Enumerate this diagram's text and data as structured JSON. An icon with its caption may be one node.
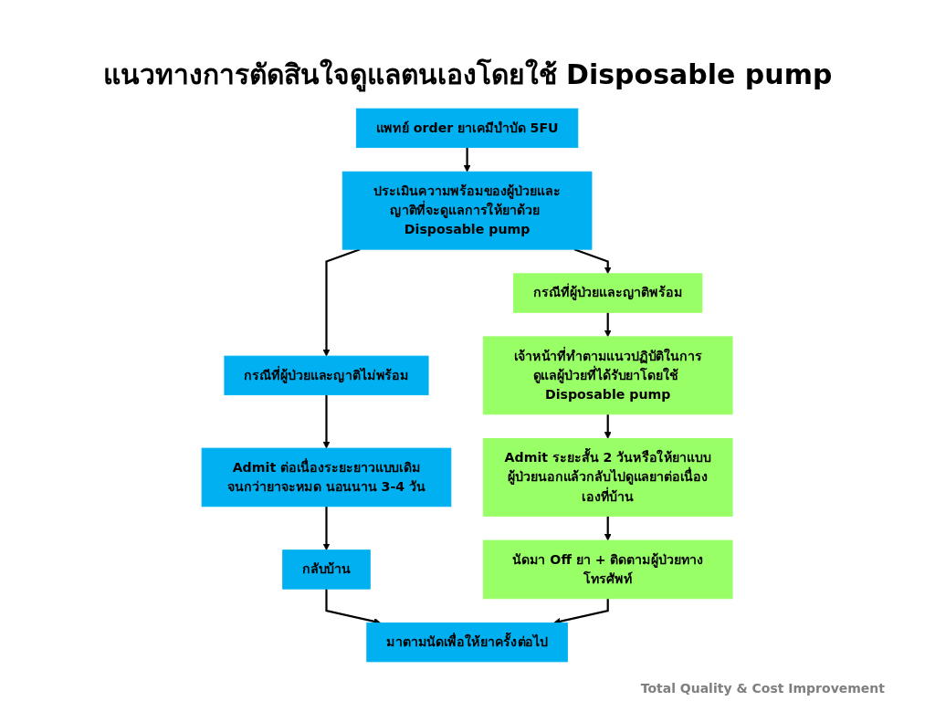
{
  "diagram": {
    "title": "แนวทางการตัดสินใจดูแลตนเองโดยใช้ Disposable pump",
    "nodes": [
      {
        "text": [
          "แพทย์ order ยาเคมีบำบัด 5FU"
        ]
      },
      {
        "text": [
          "ประเมินความพร้อมของผู้ป่วยและญาติที่จะดูแลการให้ยาด้วย Disposable pump"
        ]
      },
      {
        "text": [
          "กรณีที่ผู้ป่วยและญาติไม่พร้อม"
        ]
      },
      {
        "text": [
          "กรณีที่ผู้ป่วยและญาติพร้อม"
        ]
      },
      {
        "text": [
          "Admit ต่อเนื่องระยะยาวแบบเดิมจนกว่ายาจะหมด นอนนาน 3-4 วัน"
        ]
      },
      {
        "text": [
          "เจ้าหน้าที่ทำตามแนวปฏิบัติในการดูแลผู้ป่วยที่ได้รับยาโดยใช้ Disposable pump"
        ]
      },
      {
        "text": [
          "กลับบ้าน"
        ]
      },
      {
        "text": [
          "Admit ระยะสั้น 2 วันหรือให้ยาแบบผู้ป่วยนอกแล้วกลับไปดูแลยาต่อเนื่องเองที่บ้าน"
        ]
      },
      {
        "text": [
          "นัดมา Off ยา + ติดตามผู้ป่วยทางโทรศัพท์"
        ]
      },
      {
        "text": [
          "มาตามนัดเพื่อให้ยาครั้งต่อไป"
        ]
      }
    ],
    "edges": [
      {
        "from": 0,
        "to": 1,
        "arrow": "to"
      },
      {
        "from": 1,
        "to": 2,
        "arrow": "to"
      },
      {
        "from": 1,
        "to": 3,
        "arrow": "to"
      },
      {
        "from": 2,
        "to": 4,
        "arrow": "to"
      },
      {
        "from": 3,
        "to": 5,
        "arrow": "to"
      },
      {
        "from": 4,
        "to": 6,
        "arrow": "to"
      },
      {
        "from": 5,
        "to": 7,
        "arrow": "to"
      },
      {
        "from": 7,
        "to": 8,
        "arrow": "to"
      },
      {
        "from": 6,
        "to": 9,
        "arrow": "to"
      },
      {
        "from": 8,
        "to": 9,
        "arrow": "to"
      }
    ],
    "labels": [
      "Total Quality & Cost Improvement"
    ]
  }
}
